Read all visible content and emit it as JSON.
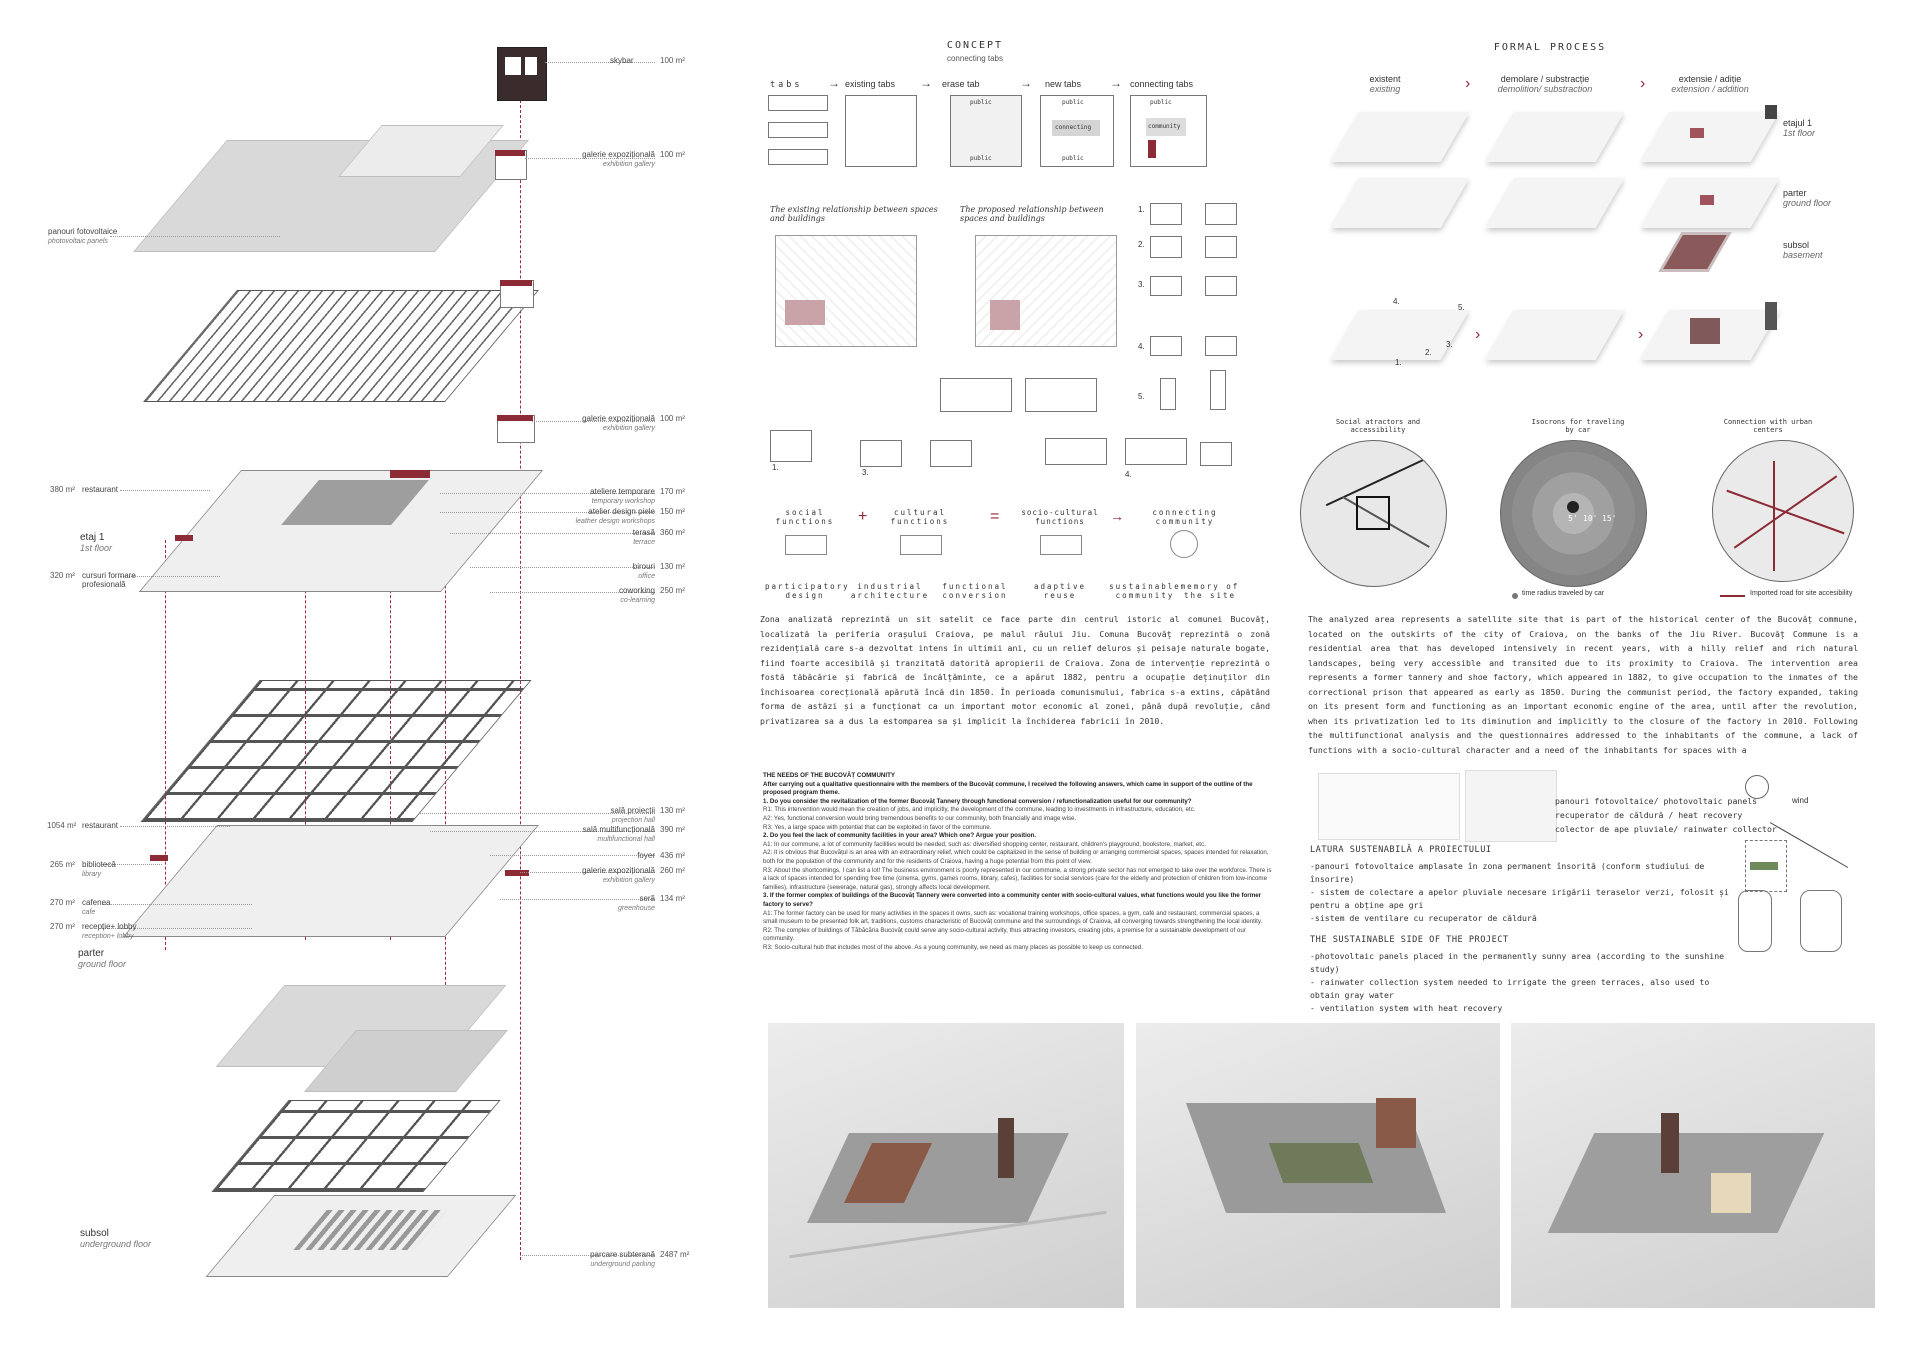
{
  "left": {
    "labels": {
      "skybar": "skybar",
      "skybar_area": "100 m²",
      "gal1": "galerie expozițională",
      "gal1_en": "exhibition gallery",
      "gal1_area": "100 m²",
      "pv": "panouri fotovoltaice",
      "pv_en": "photovoltaic panels",
      "gal2": "galerie expozițională",
      "gal2_en": "exhibition gallery",
      "gal2_area": "100 m²",
      "rest1_area": "380 m²",
      "rest1": "restaurant",
      "atel": "ateliere temporare",
      "atel_en": "temporary workshop",
      "atel_area": "170 m²",
      "design": "atelier design piele",
      "design_en": "leather design workshops",
      "design_area": "150 m²",
      "ter": "terasă",
      "ter_en": "terrace",
      "ter_area": "360 m²",
      "etaj": "etaj 1",
      "etaj_en": "1st floor",
      "birouri": "birouri",
      "birouri_en": "office",
      "birouri_area": "130 m²",
      "curs_area": "320 m²",
      "curs": "cursuri formare",
      "curs2": "profesională",
      "cowork": "coworking",
      "cowork_en": "co-learning",
      "cowork_area": "250 m²",
      "sala": "sală proiecții",
      "sala_en": "projection hall",
      "sala_area": "130 m²",
      "rest2_area": "1054 m²",
      "rest2": "restaurant",
      "multi": "sală multifuncțională",
      "multi_en": "multifunctional hall",
      "multi_area": "390 m²",
      "foyer": "foyer",
      "foyer_area": "436 m²",
      "bib_area": "265 m²",
      "bib": "bibliotecă",
      "bib_en": "library",
      "gal3": "galerie expozițională",
      "gal3_en": "exhibition gallery",
      "gal3_area": "260 m²",
      "caf_area": "270 m²",
      "caf": "cafenea",
      "caf_en": "cafe",
      "sera": "seră",
      "sera_en": "greenhouse",
      "sera_area": "134 m²",
      "rec_area": "270 m²",
      "rec": "recepție+ lobby",
      "rec_en": "reception+ lobby",
      "parter": "parter",
      "parter_en": "ground floor",
      "subsol": "subsol",
      "subsol_en": "underground floor",
      "park": "parcare subterană",
      "park_en": "underground parking",
      "park_area": "2487 m²"
    }
  },
  "concept": {
    "title": "CONCEPT",
    "subtitle": "connecting tabs",
    "steps": [
      "tabs",
      "existing tabs",
      "erase tab",
      "new tabs",
      "connecting tabs"
    ],
    "public": "public",
    "connecting": "connecting",
    "community": "community",
    "sketch1": "The existing relationship between spaces and buildings",
    "sketch2": "The proposed relationship between spaces and buildings",
    "nums": [
      "1.",
      "2.",
      "3.",
      "4.",
      "5."
    ],
    "row_nums": [
      "1.",
      "3.",
      "4."
    ],
    "equation": [
      "social functions",
      "+",
      "cultural functions",
      "=",
      "socio-cultural functions",
      "→",
      "connecting community"
    ],
    "keywords": [
      "participatory design",
      "industrial architecture",
      "functional conversion",
      "adaptive reuse",
      "sustainable community",
      "memory of the site"
    ]
  },
  "formal": {
    "title": "FORMAL PROCESS",
    "cols": [
      {
        "ro": "existent",
        "en": "existing"
      },
      {
        "ro": "demolare / substracție",
        "en": "demolition/ substraction"
      },
      {
        "ro": "extensie / adiție",
        "en": "extension / addition"
      }
    ],
    "levels": [
      {
        "ro": "etajul 1",
        "en": "1st floor"
      },
      {
        "ro": "parter",
        "en": "ground floor"
      },
      {
        "ro": "subsol",
        "en": "basement"
      }
    ],
    "nums": [
      "4.",
      "5.",
      "3.",
      "2.",
      "1."
    ]
  },
  "maps": {
    "m1": "Social atractors and accessibility",
    "m2": "Isocrons for traveling by car",
    "m3": "Connection with urban centers",
    "legend1": "time radius traveled by car",
    "legend2": "Imported road for site accesibility",
    "iso": [
      "5'",
      "10'",
      "15'"
    ]
  },
  "text": {
    "ro": "Zona analizată reprezintă un sit satelit ce face parte din centrul istoric al comunei Bucovăț, localizată la periferia orașului Craiova, pe malul râului Jiu. Comuna Bucovăț reprezintă o zonă rezidențială care s-a dezvoltat intens în ultimii ani, cu un relief deluros și peisaje naturale bogate, fiind foarte accesibilă și tranzitată datorită apropierii de Craiova. Zona de intervenție reprezintă o fostă tăbăcărie și fabrică de încălțăminte, ce a apărut 1882, pentru a ocupație deținuților din închisoarea corecțională apărută încă din 1850. În perioada comunismului, fabrica s-a extins, căpătând forma de astăzi și a funcționat ca un important motor economic al zonei, până după revoluție, când privatizarea sa a dus la estomparea sa și implicit la închiderea fabricii în 2010.",
    "en": "The analyzed area represents a satellite site that is part of the historical center of the Bucovăț commune, located on the outskirts of the city of Craiova, on the banks of the Jiu River. Bucovăț Commune is a residential area that has developed intensively in recent years, with a hilly relief and rich natural landscapes, being very accessible and transited due to its proximity to Craiova. The intervention area represents a former tannery and shoe factory, which appeared in 1882, to give occupation to the inmates of the correctional prison that appeared as early as 1850. During the communist period, the factory expanded, taking on its present form and functioning as an important economic engine of the area, until after the revolution, when its privatization led to its diminution and implicitly to the closure of the factory in 2010. Following the multifunctional analysis and the questionnaires addressed to the inhabitants of the commune, a lack of functions with a socio-cultural character and a need of the inhabitants for spaces with a",
    "needs_title": "THE NEEDS OF THE BUCOVĂȚ COMMUNITY",
    "needs_intro": "After carrying out a qualitative questionnaire with the members of the Bucovăț commune, I received the following answers, which came in support of the outline of the proposed program theme.",
    "q1": "1. Do you consider the revitalization of the former Bucovăț Tannery through functional conversion / refunctionalization useful for our community?",
    "q1a": "R1: This intervention would mean the creation of jobs, and implicitly, the development of the commune, leading to investments in infrastructure, education, etc.",
    "q1b": "A2: Yes, functional conversion would bring tremendous benefits to our community, both financially and image wise.",
    "q1c": "R3: Yes, a large space with potential that can be exploited in favor of the commune.",
    "q2": "2. Do you feel the lack of community facilities in your area? Which one? Argue your position.",
    "q2a": "A1: In our commune, a lot of community facilities would be needed, such as: diversified shopping center, restaurant, children's playground, bookstore, market, etc.",
    "q2b": "A2: It is obvious that Bucovățul is an area with an extraordinary relief, which could be capitalized in the sense of building or arranging commercial spaces, spaces intended for relaxation, both for the population of the community and for the residents of Craiova, having a huge potential from this point of view.",
    "q2c": "R3: About the shortcomings, I can list a lot! The business environment is poorly represented in our commune, a strong private sector has not emerged to take over the workforce. There is a lack of spaces intended for spending free time (cinema, gyms, games rooms, library, cafes), facilities for social services (care for the elderly and protection of children from low-income families), infrastructure (sewerage, natural gas), strongly affects local development.",
    "q3": "3. If the former complex of buildings of the Bucovăț Tannery were converted into a community center with socio-cultural values, what functions would you like the former factory to serve?",
    "q3a": "A1: The former factory can be used for many activities in the spaces it owns, such as: vocational training workshops, office spaces, a gym, café and restaurant, commercial spaces, a small museum to be presented folk art, traditions, customs characteristic of Bucovăț commune and the surroundings of Craiova, all converging towards strengthening the local identity.",
    "q3b": "R2: The complex of buildings of Tăbăcăria Bucovăț could serve any socio-cultural activity, thus attracting investors, creating jobs, a premise for a sustainable development of our community.",
    "q3c": "R3: Socio-cultural hub that includes most of the above. As a young community, we need as many places as possible to keep us connected."
  },
  "sustain": {
    "pv": "panouri fotovoltaice/ photovoltaic panels",
    "heat": "recuperator de căldură / heat recovery",
    "rain": "colector de ape pluviale/ rainwater collector",
    "wind": "wind",
    "ro_title": "LATURA SUSTENABILĂ A PROIECTULUI",
    "ro1": "-panouri fotovoltaice amplasate în zona permanent însorită (conform studiului de însorire)",
    "ro2": "- sistem de colectare a apelor pluviale necesare irigării teraselor verzi, folosit și pentru a obține ape gri",
    "ro3": "-sistem de ventilare cu recuperator de căldură",
    "en_title": "THE SUSTAINABLE SIDE OF THE PROJECT",
    "en1": "-photovoltaic panels placed in the permanently sunny area (according to the sunshine study)",
    "en2": "- rainwater collection system needed to irrigate the green terraces, also used to obtain gray water",
    "en3": "- ventilation system with heat recovery"
  },
  "colors": {
    "accent": "#8c2a36",
    "line": "#555555",
    "paper": "#ffffff"
  }
}
